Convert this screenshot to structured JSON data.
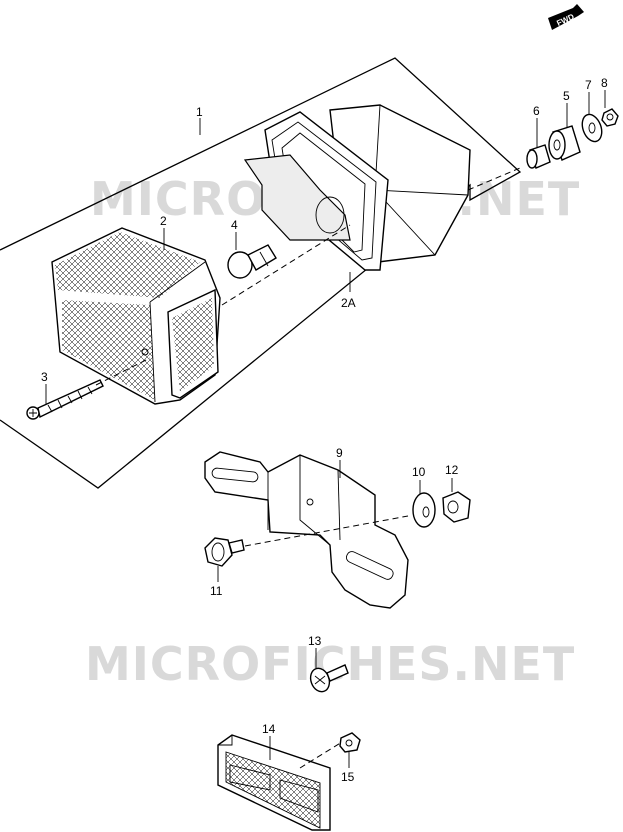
{
  "watermark": "MICROFICHES.NET",
  "direction_badge": "FWD",
  "callouts": {
    "p1": "1",
    "p2": "2",
    "p2a": "2A",
    "p3": "3",
    "p4": "4",
    "p5": "5",
    "p6": "6",
    "p7": "7",
    "p8": "8",
    "p9": "9",
    "p10": "10",
    "p11": "11",
    "p12": "12",
    "p13": "13",
    "p14": "14",
    "p15": "15"
  }
}
